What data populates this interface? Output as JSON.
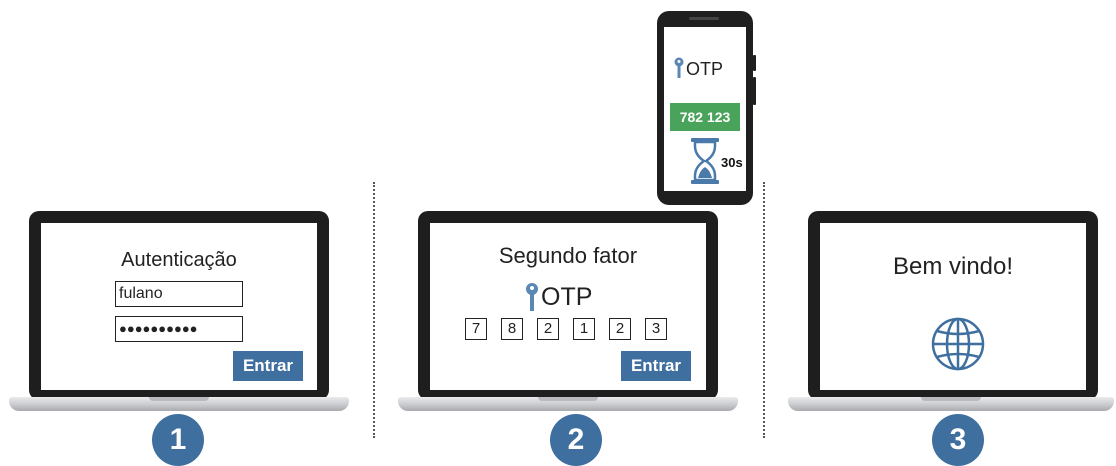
{
  "step1": {
    "number": "1",
    "title": "Autenticação",
    "username_value": "fulano",
    "password_value": "●●●●●●●●●●",
    "button_label": "Entrar"
  },
  "step2": {
    "number": "2",
    "title": "Segundo fator",
    "otp_label": "OTP",
    "digits": [
      "7",
      "8",
      "2",
      "1",
      "2",
      "3"
    ],
    "button_label": "Entrar"
  },
  "step3": {
    "number": "3",
    "title": "Bem vindo!",
    "icon": "globe-icon"
  },
  "phone": {
    "otp_label": "OTP",
    "code": "782 123",
    "timer": "30s"
  },
  "colors": {
    "accent_blue": "#3e6f9e",
    "otp_green": "#4aa35a",
    "key_blue": "#5b87b5"
  }
}
